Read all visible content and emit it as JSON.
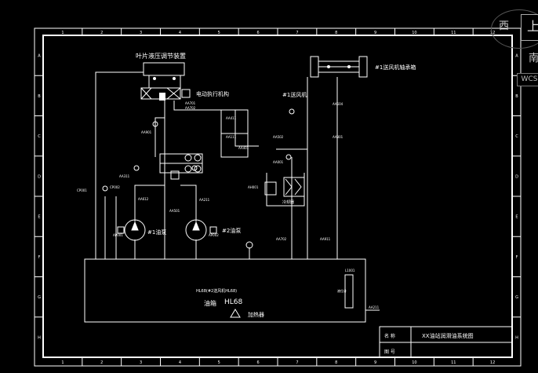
{
  "viewcube": {
    "west": "西",
    "south": "南",
    "top": "上",
    "wcs": "WCS"
  },
  "title_block": {
    "row1_left": "名 称",
    "row1_title": "XX油站润滑油系统图",
    "row2_left": "图 号"
  },
  "labels": {
    "blade_device": "叶片液压调节装置",
    "electric_actuator": "电动执行机构",
    "fan_bearing": "#1送风机轴承箱",
    "fan_1": "#1送风机",
    "pump_1": "#1油泵",
    "pump_2": "#2油泵",
    "tank_oil_line": "HL68(#2送风机HL68)",
    "tank_name": "油箱",
    "tank_grade": "HL68",
    "heater": "加热器",
    "cooler": "冷却器",
    "level_gauge": "液位计",
    "tag_1": "L1001",
    "tag_2": "AA701",
    "tag_3": "AA702",
    "tag_4": "AA901",
    "tag_5": "AA311",
    "tag_6": "AA612",
    "tag_7": "AA501",
    "tag_8": "AA211",
    "tag_9": "AA411",
    "tag_10": "AA111",
    "tag_11": "AA401",
    "tag_12": "AA502",
    "tag_13": "AA504",
    "tag_14": "AA801",
    "tag_15": "AA001",
    "tag_16": "CP001",
    "tag_17": "CP002",
    "tag_18": "AP001",
    "tag_19": "AP002",
    "tag_20": "AH001",
    "tag_21": "AA702",
    "tag_22": "AA911",
    "tag_23": "AA211"
  },
  "grid": {
    "top": [
      "1",
      "2",
      "3",
      "4",
      "5",
      "6",
      "7",
      "8",
      "9",
      "10",
      "11",
      "12"
    ],
    "bottom": [
      "1",
      "2",
      "3",
      "4",
      "5",
      "6",
      "7",
      "8",
      "9",
      "10",
      "11",
      "12"
    ],
    "left": [
      "A",
      "B",
      "C",
      "D",
      "E",
      "F",
      "G",
      "H"
    ],
    "right": [
      "A",
      "B",
      "C",
      "D",
      "E",
      "F",
      "G",
      "H"
    ]
  }
}
